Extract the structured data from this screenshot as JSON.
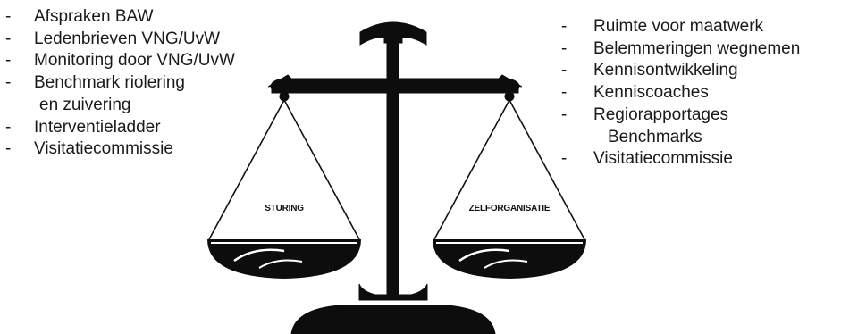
{
  "left_list": [
    {
      "dash": "-",
      "lines": [
        "Afspraken BAW"
      ]
    },
    {
      "dash": "-",
      "lines": [
        "Ledenbrieven VNG/UvW"
      ]
    },
    {
      "dash": "-",
      "lines": [
        "Monitoring door VNG/UvW"
      ]
    },
    {
      "dash": "-",
      "lines": [
        "Benchmark riolering",
        "en zuivering"
      ]
    },
    {
      "dash": "-",
      "lines": [
        "Interventieladder"
      ]
    },
    {
      "dash": "-",
      "lines": [
        "Visitatiecommissie"
      ]
    }
  ],
  "right_list": [
    {
      "dash": "-",
      "lines": [
        "Ruimte voor maatwerk"
      ]
    },
    {
      "dash": "-",
      "lines": [
        "Belemmeringen wegnemen"
      ]
    },
    {
      "dash": "-",
      "lines": [
        "Kennisontwikkeling"
      ]
    },
    {
      "dash": "-",
      "lines": [
        "Kenniscoaches"
      ]
    },
    {
      "dash": "-",
      "lines": [
        "Regiorapportages",
        "Benchmarks"
      ]
    },
    {
      "dash": "-",
      "lines": [
        "Visitatiecommissie"
      ]
    }
  ],
  "scale": {
    "left_pan_label": "STURING",
    "right_pan_label": "ZELFORGANISATIE",
    "ink_color": "#0d0d0d"
  }
}
